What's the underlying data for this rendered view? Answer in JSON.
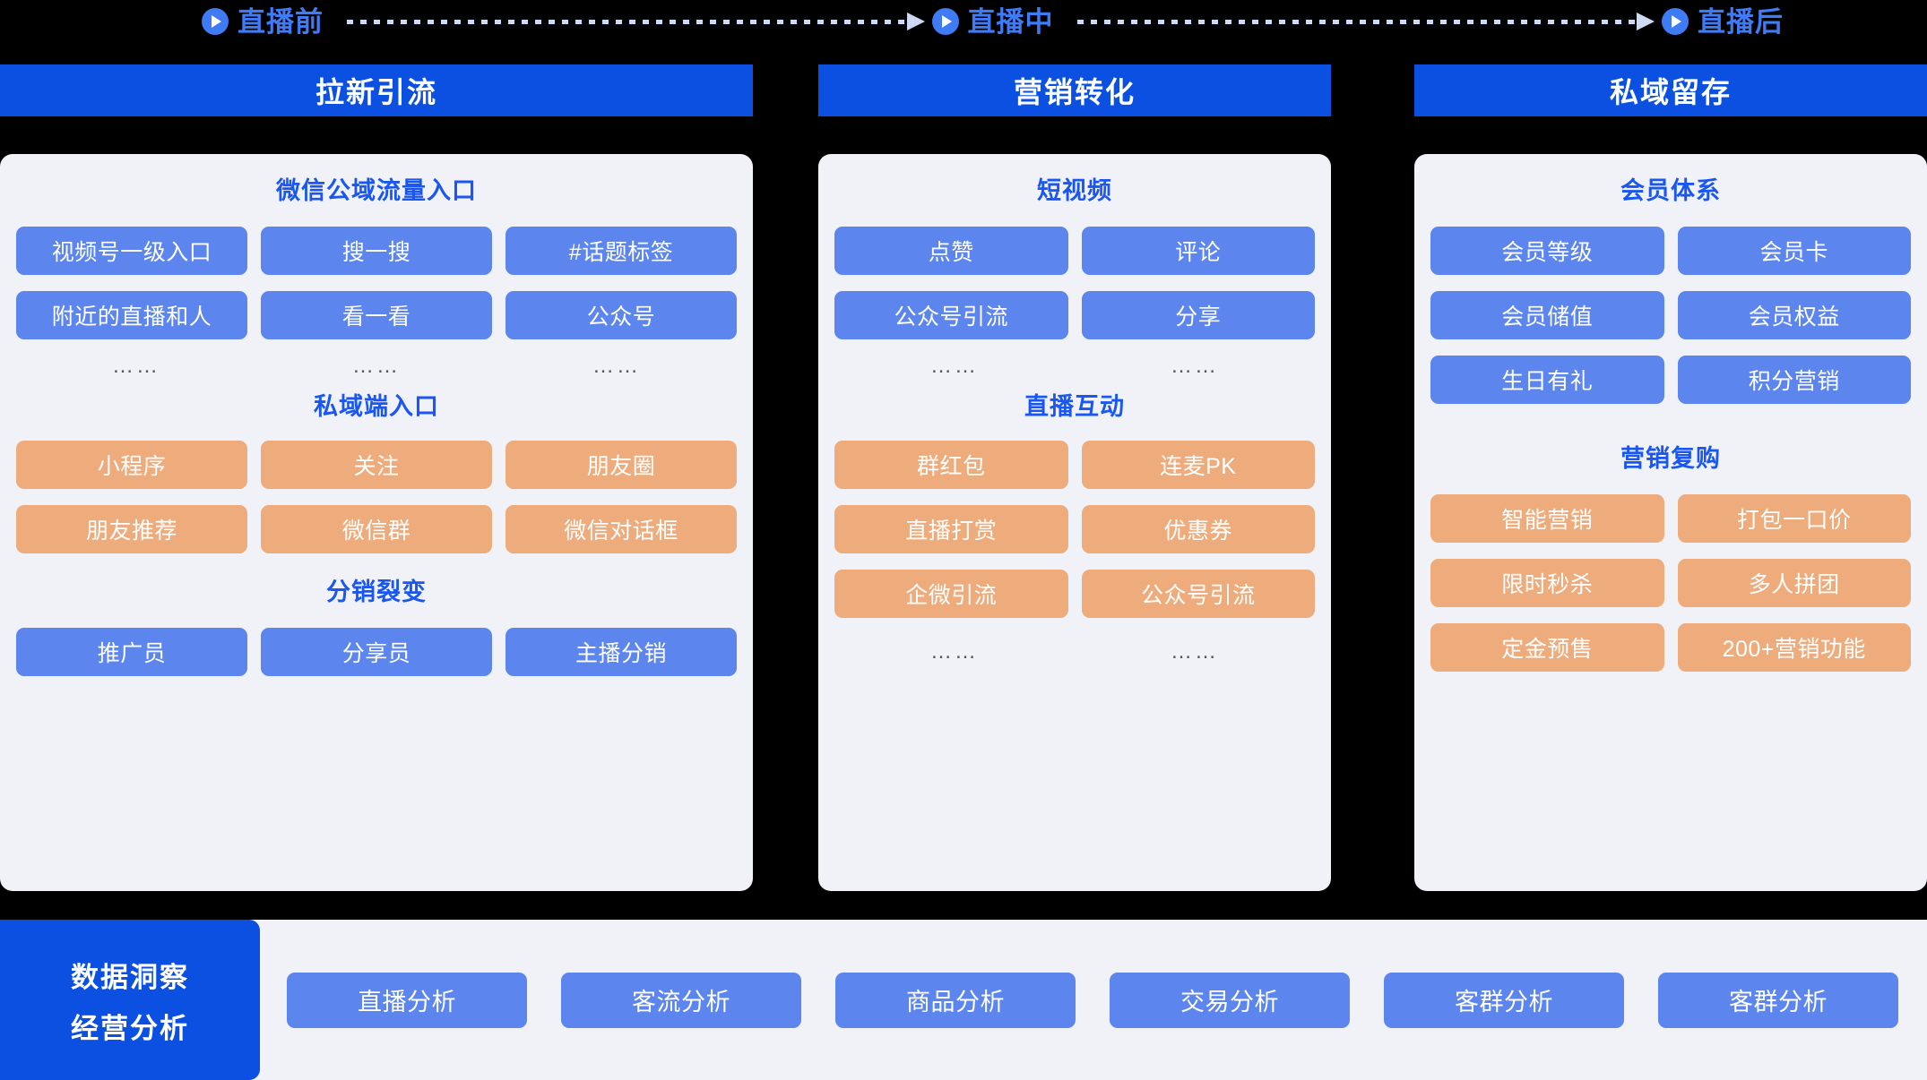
{
  "colors": {
    "brand_blue": "#0b50e0",
    "tile_blue": "#5c86ed",
    "tile_orange": "#eeab7c",
    "panel_bg": "#f0f2f7",
    "accent_text": "#1a56f0",
    "background": "#000000"
  },
  "phases": [
    {
      "icon": "play-icon",
      "label": "直播前"
    },
    {
      "icon": "play-icon",
      "label": "直播中"
    },
    {
      "icon": "play-icon",
      "label": "直播后"
    }
  ],
  "columns": [
    {
      "header": "拉新引流",
      "groups": [
        {
          "title": "微信公域流量入口",
          "style": "blue",
          "rows": [
            [
              "视频号一级入口",
              "搜一搜",
              "#话题标签"
            ],
            [
              "附近的直播和人",
              "看一看",
              "公众号"
            ]
          ],
          "ellipsis": [
            "……",
            "……",
            "……"
          ]
        },
        {
          "title": "私域端入口",
          "style": "orange",
          "rows": [
            [
              "小程序",
              "关注",
              "朋友圈"
            ],
            [
              "朋友推荐",
              "微信群",
              "微信对话框"
            ]
          ],
          "ellipsis": []
        },
        {
          "title": "分销裂变",
          "style": "blue",
          "rows": [
            [
              "推广员",
              "分享员",
              "主播分销"
            ]
          ],
          "ellipsis": []
        }
      ]
    },
    {
      "header": "营销转化",
      "groups": [
        {
          "title": "短视频",
          "style": "blue",
          "rows": [
            [
              "点赞",
              "评论"
            ],
            [
              "公众号引流",
              "分享"
            ]
          ],
          "ellipsis": [
            "……",
            "……"
          ]
        },
        {
          "title": "直播互动",
          "style": "orange",
          "rows": [
            [
              "群红包",
              "连麦PK"
            ],
            [
              "直播打赏",
              "优惠券"
            ],
            [
              "企微引流",
              "公众号引流"
            ]
          ],
          "ellipsis": [
            "……",
            "……"
          ]
        }
      ]
    },
    {
      "header": "私域留存",
      "groups": [
        {
          "title": "会员体系",
          "style": "blue",
          "rows": [
            [
              "会员等级",
              "会员卡"
            ],
            [
              "会员储值",
              "会员权益"
            ],
            [
              "生日有礼",
              "积分营销"
            ]
          ],
          "ellipsis": []
        },
        {
          "title": "营销复购",
          "style": "orange",
          "rows": [
            [
              "智能营销",
              "打包一口价"
            ],
            [
              "限时秒杀",
              "多人拼团"
            ],
            [
              "定金预售",
              "200+营销功能"
            ]
          ],
          "ellipsis": []
        }
      ]
    }
  ],
  "bottom": {
    "tag_line1": "数据洞察",
    "tag_line2": "经营分析",
    "tiles": [
      "直播分析",
      "客流分析",
      "商品分析",
      "交易分析",
      "客群分析",
      "客群分析"
    ]
  }
}
